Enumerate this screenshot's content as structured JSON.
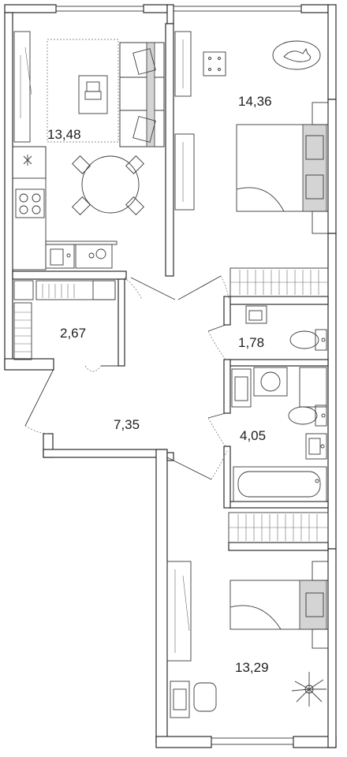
{
  "rooms": [
    {
      "id": "kitchen-living",
      "area": "13,48"
    },
    {
      "id": "bedroom-1",
      "area": "14,36"
    },
    {
      "id": "storage",
      "area": "2,67"
    },
    {
      "id": "toilet",
      "area": "1,78"
    },
    {
      "id": "hallway",
      "area": "7,35"
    },
    {
      "id": "bathroom",
      "area": "4,05"
    },
    {
      "id": "bedroom-2",
      "area": "13,29"
    }
  ],
  "colors": {
    "wall": "#2b2b2b",
    "fill": "#ffffff",
    "accent": "#d4d4d4"
  }
}
